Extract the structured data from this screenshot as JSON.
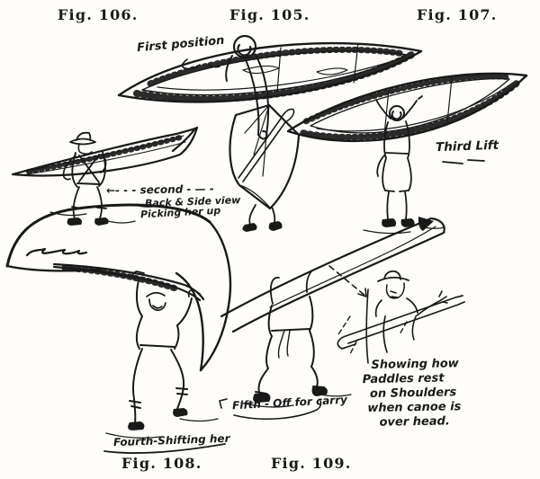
{
  "colors": {
    "ink": "#191919",
    "paper": "#fffefb"
  },
  "captions": {
    "fig106": "Fig. 106.",
    "fig105": "Fig. 105.",
    "fig107": "Fig. 107.",
    "fig108": "Fig. 108.",
    "fig109": "Fig. 109."
  },
  "annotations": {
    "first_position": "First position",
    "second": "←- - - second - — -",
    "second_line2": "Back & Side view",
    "second_line3": "Picking her up",
    "third_lift": "Third Lift",
    "fourth": "Fourth-Shifting her",
    "fifth": "Fifth - Off for carry",
    "note_lines": [
      "Showing how",
      "Paddles rest",
      "on Shoulders",
      "when canoe is",
      "over head."
    ]
  }
}
